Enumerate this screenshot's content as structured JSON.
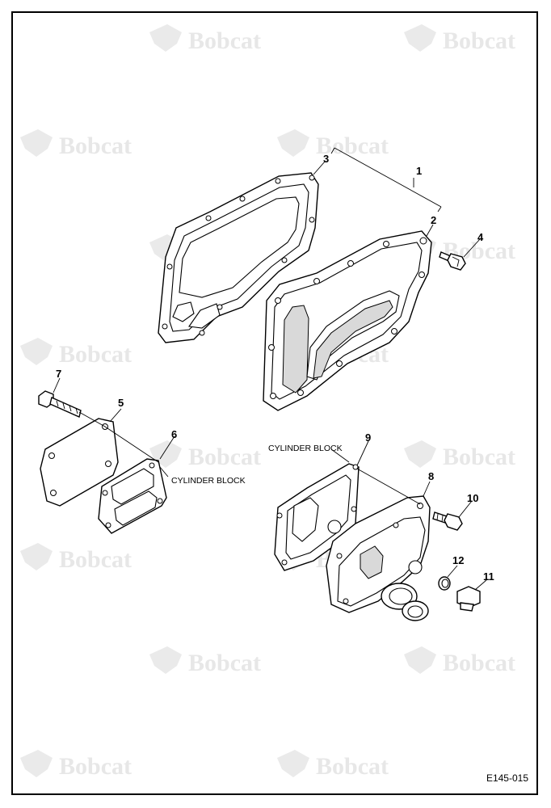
{
  "watermark": {
    "brand": "Bobcat"
  },
  "callouts": {
    "c1": "1",
    "c2": "2",
    "c3": "3",
    "c4": "4",
    "c5": "5",
    "c6": "6",
    "c7": "7",
    "c8": "8",
    "c9": "9",
    "c10": "10",
    "c11": "11",
    "c12": "12"
  },
  "references": {
    "cylinder_block_upper": "CYLINDER BLOCK",
    "cylinder_block_lower": "CYLINDER BLOCK"
  },
  "figure_code": "E145-015"
}
